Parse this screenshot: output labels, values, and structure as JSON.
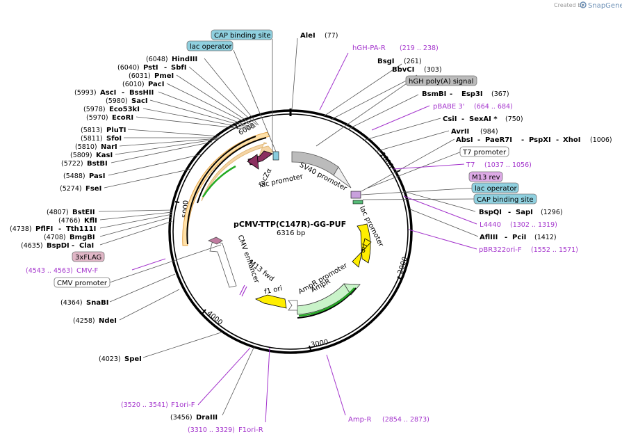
{
  "credit": {
    "created_by": "Created by",
    "brand": "SnapGene"
  },
  "plasmid": {
    "name": "pCMV-TTP(C147R)-GG-PUF",
    "size": "6316 bp"
  },
  "ticks": [
    "1000",
    "2000",
    "3000",
    "4000",
    "5000",
    "6000"
  ],
  "features": {
    "lacza": "lacZα",
    "lac_promoter": "lac promoter",
    "sv40_promoter": "SV40 promoter",
    "lac_promoter2": "lac promoter",
    "ori": "ori",
    "ampr_promoter": "AmpR promoter",
    "ampr": "AmpR",
    "f1_ori": "f1 ori",
    "m13_fwd": "M13 fwd",
    "cmv_enhancer": "CMV enhancer"
  },
  "labels_right": [
    {
      "id": "alei",
      "name": "AleI",
      "pos": "(77)",
      "kind": "site"
    },
    {
      "id": "hgh-pa-r",
      "name": "hGH-PA-R",
      "pos": "(219 .. 238)",
      "kind": "primer"
    },
    {
      "id": "bsgi",
      "name": "BsgI",
      "pos": "(261)",
      "kind": "site"
    },
    {
      "id": "bbvci",
      "name": "BbvCI",
      "pos": "(303)",
      "kind": "site"
    },
    {
      "id": "hgh-polya",
      "name": "hGH poly(A) signal",
      "kind": "box-gray"
    },
    {
      "id": "bsmbi",
      "name": "BsmBI",
      "name2": "Esp3I",
      "pos": "(367)",
      "kind": "site"
    },
    {
      "id": "pbabe3",
      "name": "pBABE 3'",
      "pos": "(664 .. 684)",
      "kind": "primer"
    },
    {
      "id": "csii",
      "name": "CsiI",
      "name2": "SexAI *",
      "pos": "(750)",
      "kind": "site"
    },
    {
      "id": "avrii",
      "name": "AvrII",
      "pos": "(984)",
      "kind": "site"
    },
    {
      "id": "absi",
      "name": "AbsI",
      "name2": "PaeR7I",
      "name3": "PspXI",
      "name4": "XhoI",
      "pos": "(1006)",
      "kind": "site"
    },
    {
      "id": "t7-promoter",
      "name": "T7 promoter",
      "kind": "box-white"
    },
    {
      "id": "t7",
      "name": "T7",
      "pos": "(1037 .. 1056)",
      "kind": "primer"
    },
    {
      "id": "m13-rev",
      "name": "M13 rev",
      "kind": "box-pink"
    },
    {
      "id": "lac-operator-r",
      "name": "lac operator",
      "kind": "box-blue"
    },
    {
      "id": "cap-site-r",
      "name": "CAP binding site",
      "kind": "box-blue"
    },
    {
      "id": "bspqi",
      "name": "BspQI",
      "name2": "SapI",
      "pos": "(1296)",
      "kind": "site"
    },
    {
      "id": "l4440",
      "name": "L4440",
      "pos": "(1302 .. 1319)",
      "kind": "primer"
    },
    {
      "id": "afliii",
      "name": "AflIII",
      "name2": "PciI",
      "pos": "(1412)",
      "kind": "site"
    },
    {
      "id": "pbr322ori-f",
      "name": "pBR322ori-F",
      "pos": "(1552 .. 1571)",
      "kind": "primer"
    }
  ],
  "labels_bottom": [
    {
      "id": "amp-r",
      "name": "Amp-R",
      "pos": "(2854 .. 2873)",
      "kind": "primer"
    },
    {
      "id": "f1ori-r",
      "name": "F1ori-R",
      "pos": "(3310 .. 3329)",
      "kind": "primer"
    },
    {
      "id": "draiii",
      "name": "DraIII",
      "pos": "(3456)",
      "kind": "site"
    },
    {
      "id": "f1ori-f",
      "name": "F1ori-F",
      "pos": "(3520 .. 3541)",
      "kind": "primer"
    },
    {
      "id": "spei",
      "name": "SpeI",
      "pos": "(4023)",
      "kind": "site"
    }
  ],
  "labels_left": [
    {
      "id": "cap-site-l",
      "name": "CAP binding site",
      "kind": "box-blue"
    },
    {
      "id": "lac-operator-l",
      "name": "lac operator",
      "kind": "box-blue"
    },
    {
      "id": "hindiii",
      "name": "HindIII",
      "pos": "(6048)",
      "kind": "site"
    },
    {
      "id": "psti",
      "name": "PstI",
      "name2": "SbfI",
      "pos": "(6040)",
      "kind": "site"
    },
    {
      "id": "pmei",
      "name": "PmeI",
      "pos": "(6031)",
      "kind": "site"
    },
    {
      "id": "paci",
      "name": "PacI",
      "pos": "(6010)",
      "kind": "site"
    },
    {
      "id": "asci",
      "name": "AscI",
      "name2": "BssHII",
      "pos": "(5993)",
      "kind": "site"
    },
    {
      "id": "saci",
      "name": "SacI",
      "pos": "(5980)",
      "kind": "site"
    },
    {
      "id": "eco53ki",
      "name": "Eco53kI",
      "pos": "(5978)",
      "kind": "site"
    },
    {
      "id": "ecori",
      "name": "EcoRI",
      "pos": "(5970)",
      "kind": "site"
    },
    {
      "id": "plutI",
      "name": "PluTI",
      "pos": "(5813)",
      "kind": "site"
    },
    {
      "id": "sfoi",
      "name": "SfoI",
      "pos": "(5811)",
      "kind": "site"
    },
    {
      "id": "nari",
      "name": "NarI",
      "pos": "(5810)",
      "kind": "site"
    },
    {
      "id": "kasi",
      "name": "KasI",
      "pos": "(5809)",
      "kind": "site"
    },
    {
      "id": "bstbi",
      "name": "BstBI",
      "pos": "(5722)",
      "kind": "site"
    },
    {
      "id": "pasi",
      "name": "PasI",
      "pos": "(5488)",
      "kind": "site"
    },
    {
      "id": "fsei",
      "name": "FseI",
      "pos": "(5274)",
      "kind": "site"
    },
    {
      "id": "bsteii",
      "name": "BstEII",
      "pos": "(4807)",
      "kind": "site"
    },
    {
      "id": "kfli",
      "name": "KflI",
      "pos": "(4766)",
      "kind": "site"
    },
    {
      "id": "pflfi",
      "name": "PflFI",
      "name2": "Tth111I",
      "pos": "(4738)",
      "kind": "site"
    },
    {
      "id": "bmgbi",
      "name": "BmgBI",
      "pos": "(4708)",
      "kind": "site"
    },
    {
      "id": "bspdi",
      "name": "BspDI",
      "name2": "ClaI",
      "pos": "(4635)",
      "kind": "site"
    },
    {
      "id": "3xflag",
      "name": "3xFLAG",
      "kind": "box-pink"
    },
    {
      "id": "cmv-f",
      "name": "CMV-F",
      "pos": "(4543 .. 4563)",
      "kind": "primer"
    },
    {
      "id": "cmv-promoter",
      "name": "CMV promoter",
      "kind": "box-white"
    },
    {
      "id": "snabi",
      "name": "SnaBI",
      "pos": "(4364)",
      "kind": "site"
    },
    {
      "id": "ndei",
      "name": "NdeI",
      "pos": "(4258)",
      "kind": "site"
    }
  ]
}
